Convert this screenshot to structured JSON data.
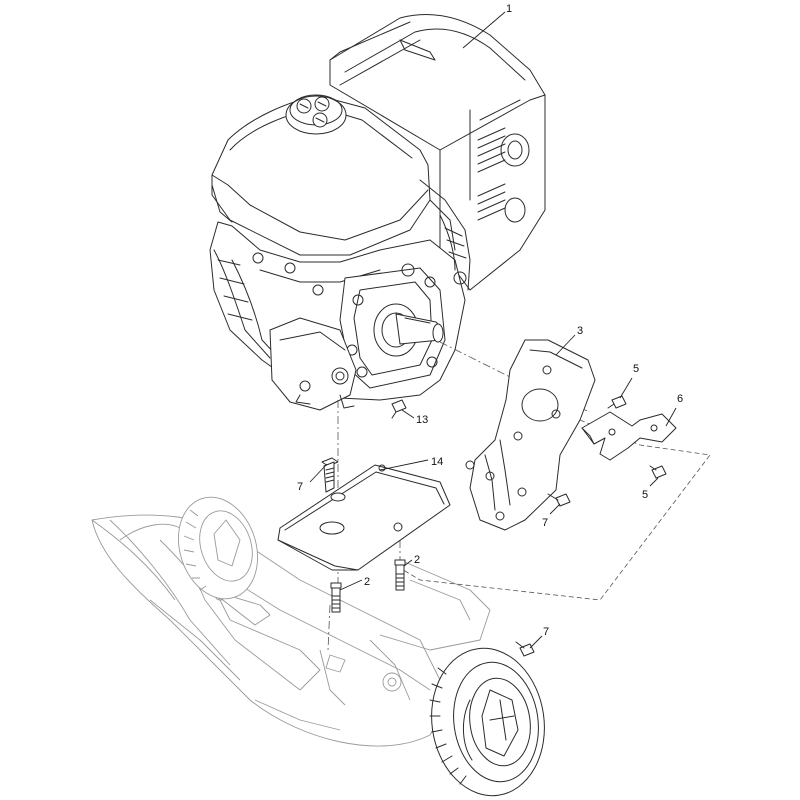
{
  "callouts": {
    "c1": "1",
    "c2a": "2",
    "c2b": "2",
    "c3": "3",
    "c5a": "5",
    "c5b": "5",
    "c6": "6",
    "c7a": "7",
    "c7b": "7",
    "c7c": "7",
    "c13": "13",
    "c14": "14"
  }
}
